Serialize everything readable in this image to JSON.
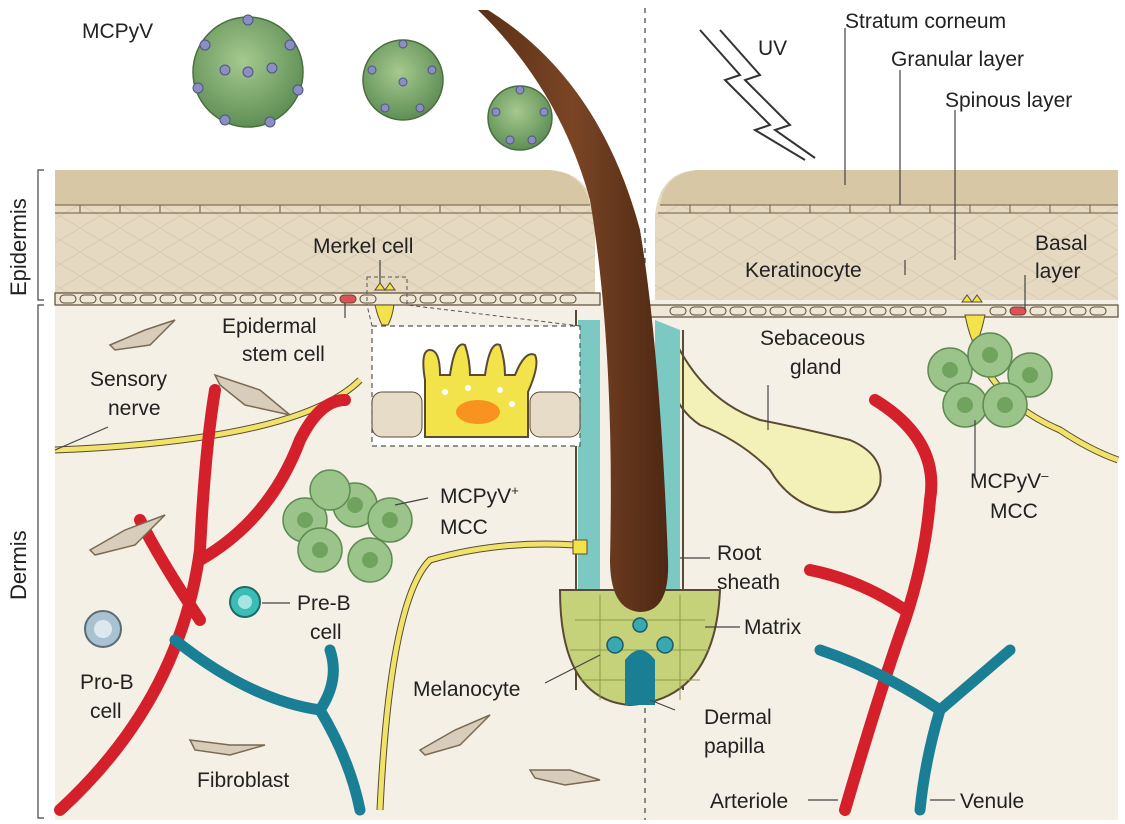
{
  "labels": {
    "mcpyv": "MCPyV",
    "uv": "UV",
    "stratum_corneum": "Stratum corneum",
    "granular_layer": "Granular layer",
    "spinous_layer": "Spinous layer",
    "basal_layer_1": "Basal",
    "basal_layer_2": "layer",
    "keratinocyte": "Keratinocyte",
    "merkel_cell": "Merkel cell",
    "epidermal_stem_cell_1": "Epidermal",
    "epidermal_stem_cell_2": "stem cell",
    "sensory_nerve_1": "Sensory",
    "sensory_nerve_2": "nerve",
    "sebaceous_gland_1": "Sebaceous",
    "sebaceous_gland_2": "gland",
    "mcpyv_pos_mcc_1": "MCPyV",
    "mcpyv_pos_sup": "+",
    "mcpyv_pos_mcc_2": "MCC",
    "mcpyv_neg_mcc_1": "MCPyV",
    "mcpyv_neg_sup": "–",
    "mcpyv_neg_mcc_2": "MCC",
    "root_sheath_1": "Root",
    "root_sheath_2": "sheath",
    "matrix": "Matrix",
    "pre_b_cell_1": "Pre-B",
    "pre_b_cell_2": "cell",
    "pro_b_cell_1": "Pro-B",
    "pro_b_cell_2": "cell",
    "melanocyte": "Melanocyte",
    "dermal_papilla_1": "Dermal",
    "dermal_papilla_2": "papilla",
    "fibroblast": "Fibroblast",
    "arteriole": "Arteriole",
    "venule": "Venule",
    "epidermis": "Epidermis",
    "dermis": "Dermis"
  },
  "colors": {
    "dermis_bg": "#f4f0e6",
    "epidermis": "#e3d6bf",
    "stratum": "#d9c9a8",
    "hair": "#6b3a1e",
    "root_sheath": "#7cc9c3",
    "matrix": "#c5d27a",
    "virus": "#7aa86a",
    "virus_spike": "#8a8fc0",
    "merkel": "#f3e34a",
    "nerve": "#f0e36a",
    "artery": "#d4202a",
    "vein": "#1a7f95",
    "mcc": "#9bc48a",
    "fibroblast": "#d8ccba",
    "sebaceous": "#f3f0b8"
  }
}
